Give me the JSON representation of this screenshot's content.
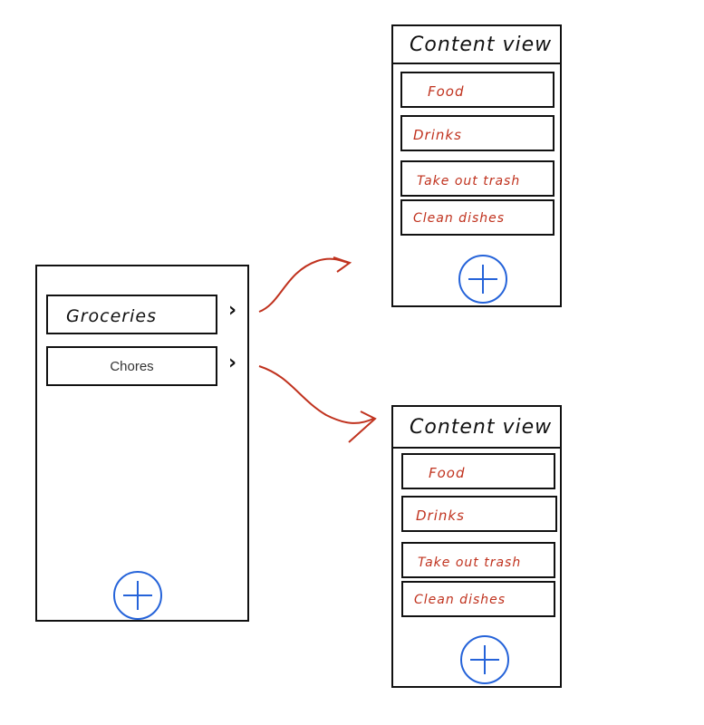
{
  "list_screen": {
    "rows": [
      {
        "label": "Groceries",
        "chevron": "›"
      },
      {
        "label": "Chores",
        "chevron": "›"
      }
    ],
    "add_icon": "plus-icon"
  },
  "content_screens": [
    {
      "title": "Content view",
      "items": [
        "Food",
        "Drinks",
        "Take out trash",
        "Clean dishes"
      ],
      "add_icon": "plus-icon"
    },
    {
      "title": "Content view",
      "items": [
        "Food",
        "Drinks",
        "Take out trash",
        "Clean dishes"
      ],
      "add_icon": "plus-icon"
    }
  ],
  "colors": {
    "ink": "#111111",
    "annotation_red": "#c0321e",
    "add_button_blue": "#2563d9"
  }
}
